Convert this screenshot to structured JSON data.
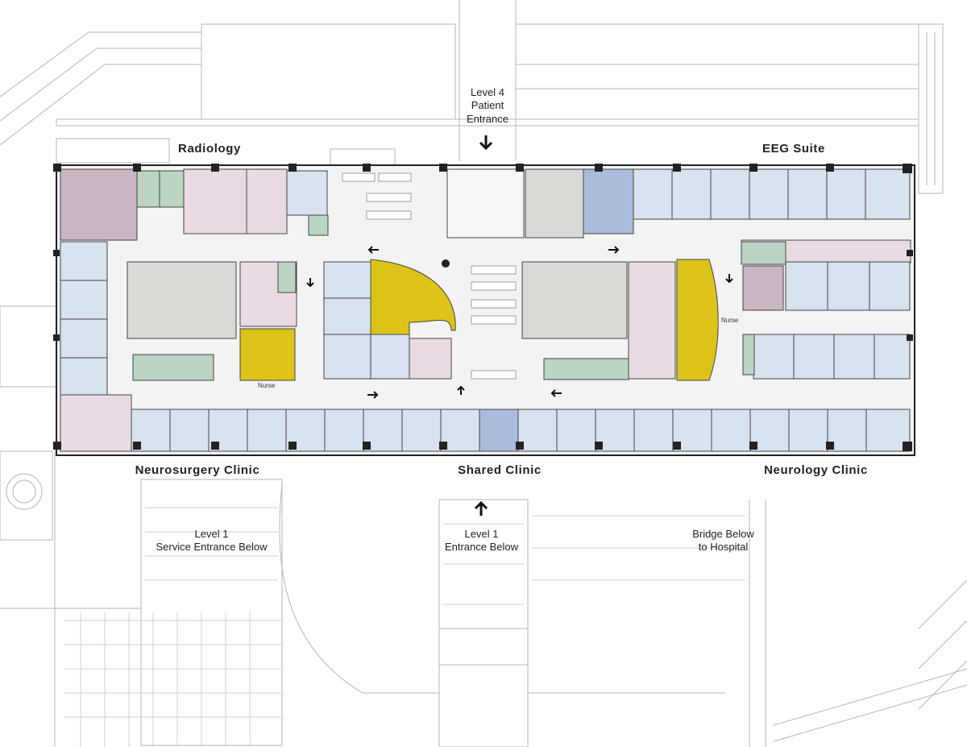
{
  "labels": {
    "level4_line1": "Level 4",
    "level4_line2": "Patient",
    "level4_line3": "Entrance",
    "radiology": "Radiology",
    "eeg_suite": "EEG Suite",
    "neurosurgery_clinic": "Neurosurgery Clinic",
    "shared_clinic": "Shared Clinic",
    "neurology_clinic": "Neurology Clinic",
    "level1_service_line1": "Level 1",
    "level1_service_line2": "Service Entrance Below",
    "level1_entrance_line1": "Level 1",
    "level1_entrance_line2": "Entrance Below",
    "bridge_line1": "Bridge Below",
    "bridge_line2": "to Hospital",
    "nurse_left": "Nurse",
    "nurse_right": "Nurse"
  },
  "colors": {
    "exam_room": "#d9e2ef",
    "consult_room": "#e8dbe4",
    "imaging_room": "#c9b6c4",
    "conference_room": "#a9bcdc",
    "toilet": "#bcd4c2",
    "service_core": "#d9d9d6",
    "nurse_station": "#dcc31a",
    "corridor": "#f3f3f3",
    "wall": "#222222"
  }
}
